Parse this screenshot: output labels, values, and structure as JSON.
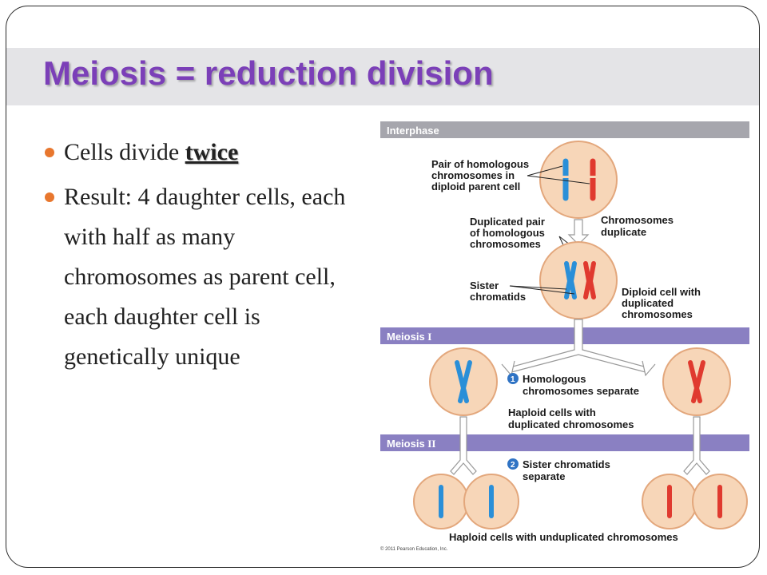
{
  "slide": {
    "title": "Meiosis = reduction division",
    "bullets": [
      {
        "text": "Cells divide ",
        "emphasis": "twice"
      },
      {
        "text": "Result: 4 daughter cells, each with half as many chromosomes as parent cell, each daughter cell is genetically unique"
      }
    ]
  },
  "diagram": {
    "stages": {
      "interphase": "Interphase",
      "meiosis1_prefix": "Meiosis ",
      "meiosis1_num": "I",
      "meiosis2_prefix": "Meiosis ",
      "meiosis2_num": "II"
    },
    "labels": {
      "pair_line1": "Pair of homologous",
      "pair_line2": "chromosomes in",
      "pair_line3": "diploid parent cell",
      "dup_pair_line1": "Duplicated pair",
      "dup_pair_line2": "of homologous",
      "dup_pair_line3": "chromosomes",
      "chrom_dup_line1": "Chromosomes",
      "chrom_dup_line2": "duplicate",
      "sister_line1": "Sister",
      "sister_line2": "chromatids",
      "diploid_line1": "Diploid cell with",
      "diploid_line2": "duplicated",
      "diploid_line3": "chromosomes",
      "step1_line1": "Homologous",
      "step1_line2": "chromosomes separate",
      "haploid_dup_line1": "Haploid cells with",
      "haploid_dup_line2": "duplicated chromosomes",
      "step2_line1": "Sister chromatids",
      "step2_line2": "separate",
      "haploid_undup": "Haploid cells with unduplicated chromosomes",
      "copyright": "© 2011 Pearson Education, Inc."
    },
    "step_numbers": [
      "1",
      "2"
    ],
    "colors": {
      "title_purple": "#7b3fb8",
      "bullet_orange": "#e8772e",
      "interphase_bar": "#a6a6ad",
      "meiosis_bar": "#8a80c2",
      "cell_fill": "#f7d6b8",
      "cell_stroke": "#e3a77c",
      "chromosome_blue": "#2a8fd8",
      "chromosome_red": "#e03a2f",
      "step_badge": "#2f73c4"
    }
  }
}
